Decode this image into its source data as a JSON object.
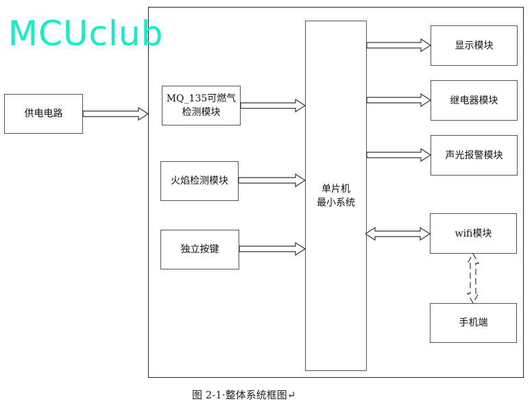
{
  "watermark": "MCUclub",
  "blocks": {
    "power": "供电电路",
    "mq135": "MQ_135可燃气检测模块",
    "flame": "火焰检测模块",
    "key": "独立按键",
    "mcu_line1": "单片机",
    "mcu_line2": "最小系统",
    "display": "显示模块",
    "relay": "继电器模块",
    "alarm": "声光报警模块",
    "wifi": "wifi模块",
    "phone": "手机端"
  },
  "caption": "图 2-1·整体系统框图↵",
  "colors": {
    "watermark": "#10f0c8",
    "line": "#555555"
  }
}
